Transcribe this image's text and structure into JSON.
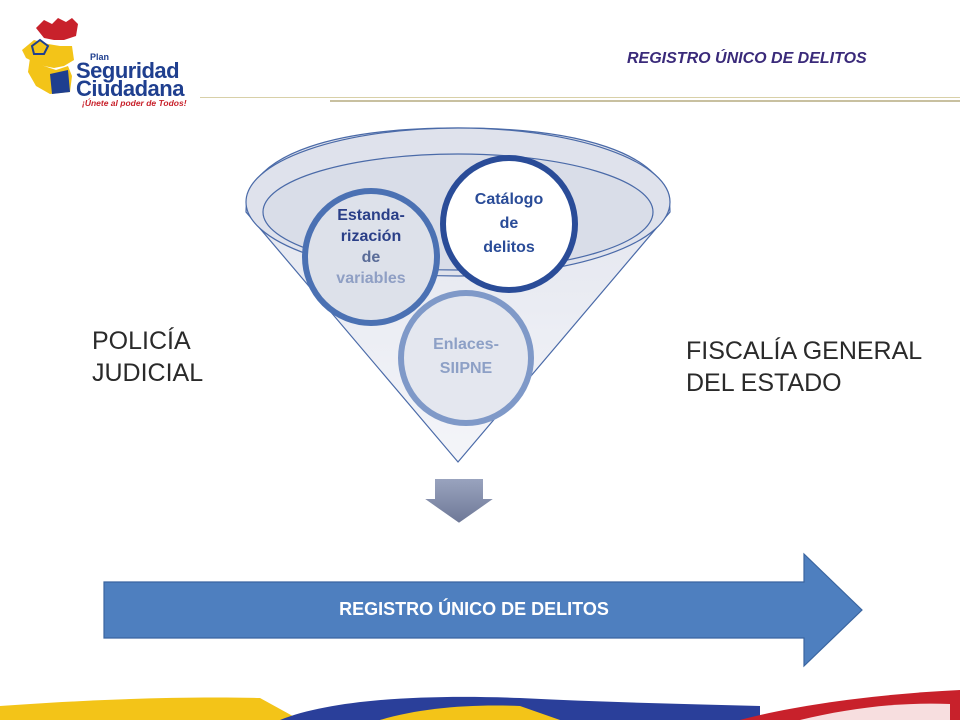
{
  "logo": {
    "plan": "Plan",
    "line1": "Seguridad",
    "line2": "Ciudadana",
    "tagline": "¡Únete al poder de Todos!"
  },
  "header": {
    "title": "REGISTRO ÚNICO DE  DELITOS"
  },
  "left_label": {
    "line1": "POLICÍA",
    "line2": "JUDICIAL"
  },
  "right_label": {
    "line1": "FISCALÍA GENERAL",
    "line2": "DEL ESTADO"
  },
  "funnel": {
    "circles": [
      {
        "lines": [
          "Estanda-",
          "rización",
          "de",
          "variables"
        ]
      },
      {
        "lines": [
          "Catálogo",
          "de",
          "delitos"
        ]
      },
      {
        "lines": [
          "Enlaces-",
          "SIIPNE"
        ]
      }
    ]
  },
  "arrow": {
    "label": "REGISTRO ÚNICO DE DELITOS"
  },
  "colors": {
    "accent_blue": "#4e7fbf",
    "dark_blue": "#1f3f8f",
    "red": "#c8212b",
    "yellow": "#f3c418",
    "funnel_fill": "#e4e7ef",
    "circle_blue": "#4b71b3"
  }
}
